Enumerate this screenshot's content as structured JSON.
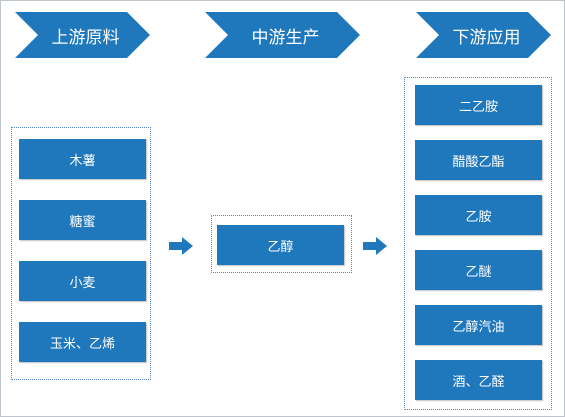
{
  "stages": [
    "上游原料",
    "中游生产",
    "下游应用"
  ],
  "upstream": [
    "木薯",
    "糖蜜",
    "小麦",
    "玉米、乙烯"
  ],
  "midstream": [
    "乙醇"
  ],
  "downstream": [
    "二乙胺",
    "醋酸乙酯",
    "乙胺",
    "乙醚",
    "乙醇汽油",
    "酒、乙醛"
  ],
  "colors": {
    "fill": "#1f77bc",
    "text": "#ffffff",
    "group_border": "#5b86c5"
  }
}
